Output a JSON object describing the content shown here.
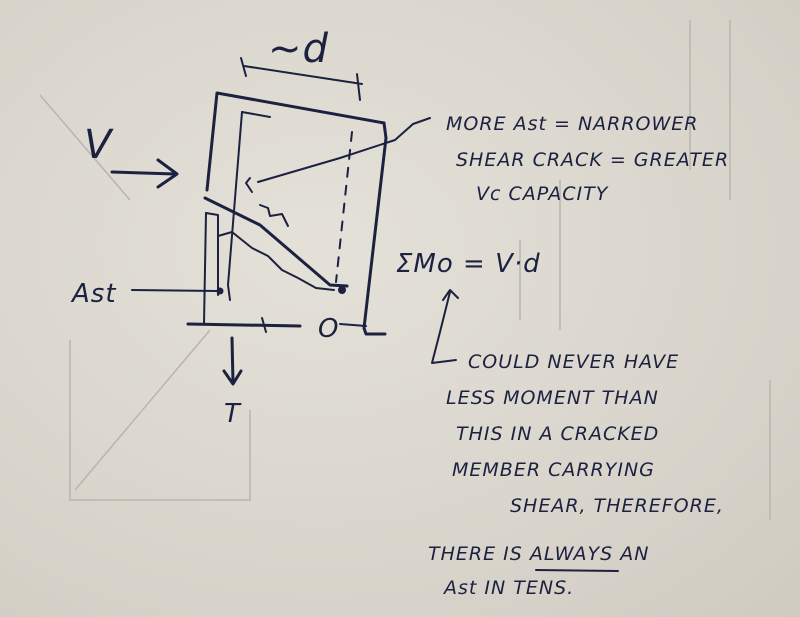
{
  "labels": {
    "depth": "~d",
    "shear": "V",
    "steel_area": "Ast",
    "tension": "T",
    "moment_point": "O",
    "moment_equation": "ΣMo = V·d"
  },
  "notes": {
    "crack_note": [
      "MORE Ast = NARROWER",
      "SHEAR CRACK = GREATER",
      "Vc CAPACITY"
    ],
    "moment_note": [
      "COULD NEVER HAVE",
      "LESS MOMENT THAN",
      "THIS IN A CRACKED",
      "MEMBER CARRYING",
      "SHEAR, THEREFORE,",
      "THERE IS ALWAYS AN",
      "Ast IN TENS."
    ]
  },
  "colors": {
    "ink": "#1c2140",
    "paper": "#ddd9d0"
  }
}
